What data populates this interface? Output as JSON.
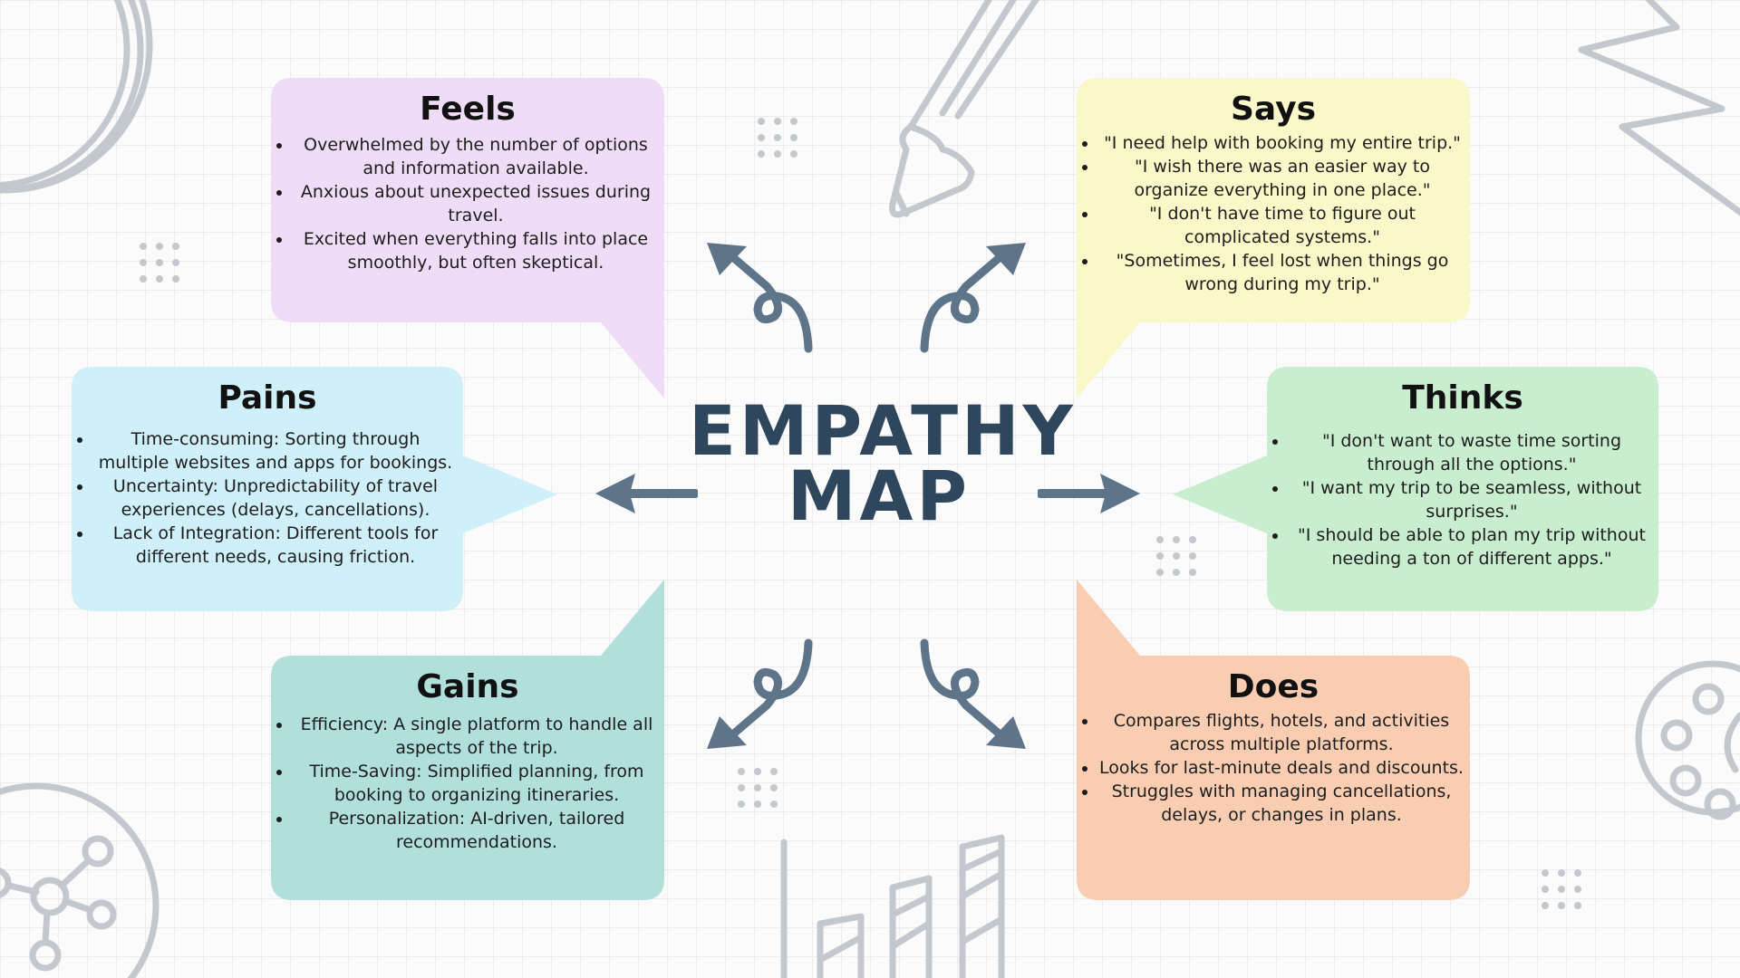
{
  "title": "EMPATHY MAP",
  "colors": {
    "feels": "#efddf7",
    "says": "#faf8c8",
    "pains": "#cfeff9",
    "thinks": "#c8edcf",
    "gains": "#b1dfdb",
    "does": "#f9cdb2",
    "arrow": "#5d7489",
    "title": "#2e475d",
    "doodle": "#c2c8ce"
  },
  "quadrants": {
    "feels": {
      "heading": "Feels",
      "items": [
        "Overwhelmed by the number of options and information available.",
        "Anxious about unexpected issues during travel.",
        "Excited when everything falls into place smoothly, but often skeptical."
      ]
    },
    "says": {
      "heading": "Says",
      "items": [
        "\"I need help with booking my entire trip.\"",
        "\"I wish there was an easier way to organize everything in one place.\"",
        "\"I don't have time to figure out complicated systems.\"",
        "\"Sometimes, I feel lost when things go wrong during my trip.\""
      ]
    },
    "pains": {
      "heading": "Pains",
      "items": [
        "Time-consuming: Sorting through multiple websites and apps for bookings.",
        "Uncertainty: Unpredictability of travel experiences (delays, cancellations).",
        "Lack of Integration: Different tools for different needs, causing friction."
      ]
    },
    "thinks": {
      "heading": "Thinks",
      "items": [
        "\"I don't want to waste time sorting through all the options.\"",
        "\"I want my trip to be seamless, without surprises.\"",
        "\"I should be able to plan my trip without needing a ton of different apps.\""
      ]
    },
    "gains": {
      "heading": "Gains",
      "items": [
        "Efficiency: A single platform to handle all aspects of the trip.",
        "Time-Saving: Simplified planning, from booking to organizing itineraries.",
        "Personalization: AI-driven, tailored recommendations."
      ]
    },
    "does": {
      "heading": "Does",
      "items": [
        "Compares flights, hotels, and activities across multiple platforms.",
        "Looks for last-minute deals and discounts.",
        "Struggles with managing cancellations, delays, or changes in plans."
      ]
    }
  },
  "icons": [
    "arrow-icon",
    "pencil-icon",
    "bar-chart-icon",
    "network-icon",
    "palette-icon",
    "zigzag-icon",
    "dots-icon"
  ]
}
